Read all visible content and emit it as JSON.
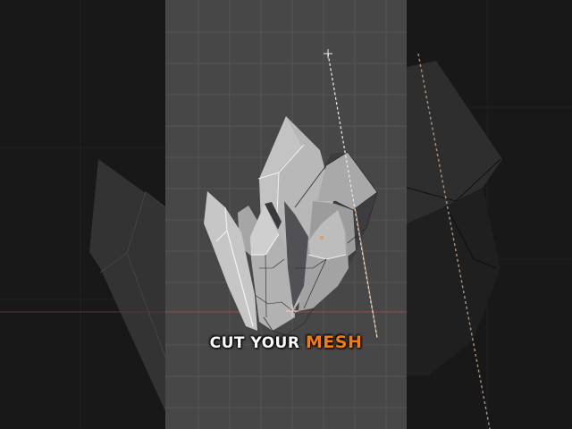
{
  "scene": {
    "app": "3D modeling viewport (Blender-style)",
    "background_color": "#181818",
    "viewport_color": "#474747",
    "x_axis_color": "#b04a4a",
    "object": "crystal cluster mesh",
    "tool": "knife cut line"
  },
  "caption": {
    "part1": "CUT YOUR",
    "part2": "MESH",
    "part1_color": "#ffffff",
    "accent_color": "#f07d12"
  },
  "icons": {
    "cursor": "crosshair-cursor-icon",
    "origin": "3d-cursor-icon"
  }
}
